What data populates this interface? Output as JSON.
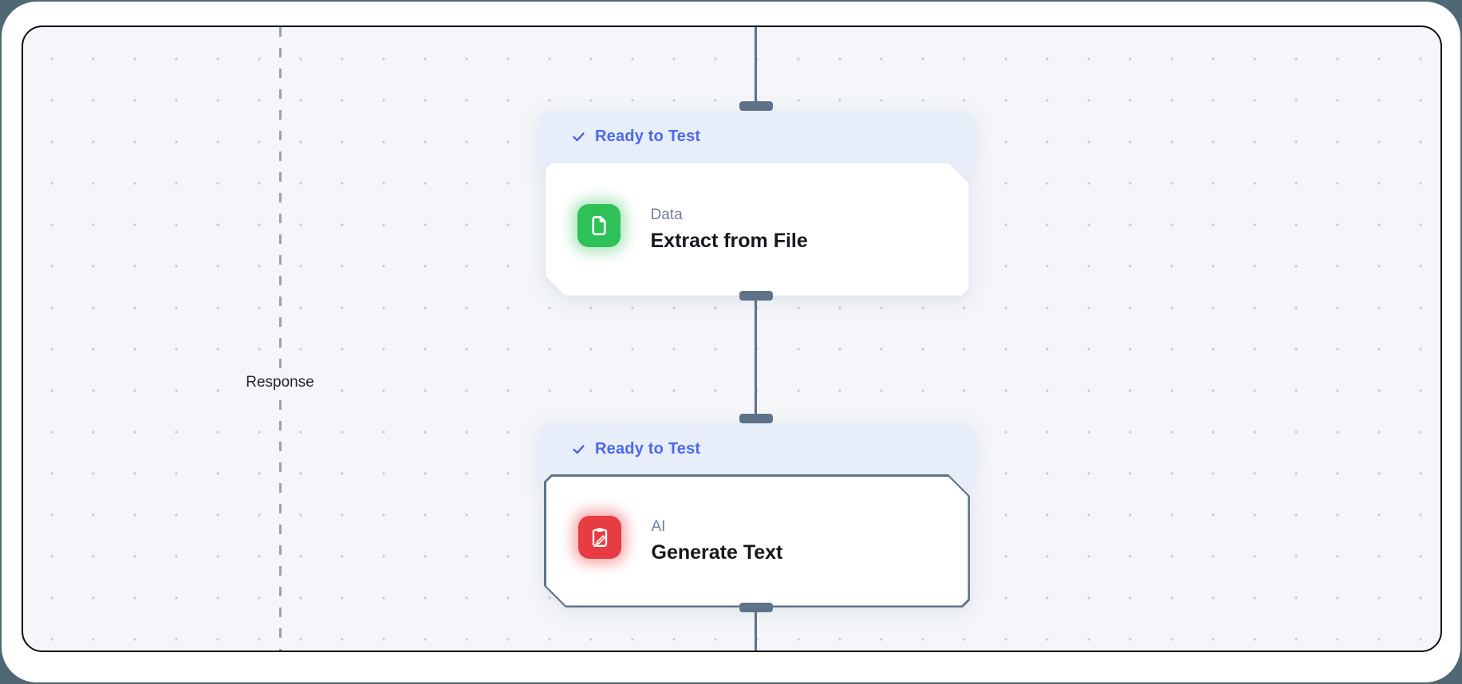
{
  "canvas": {
    "response_label": "Response"
  },
  "nodes": [
    {
      "status": "Ready to Test",
      "category": "Data",
      "title": "Extract from File",
      "icon": "file-icon",
      "accent_color": "#2ec158"
    },
    {
      "status": "Ready to Test",
      "category": "AI",
      "title": "Generate Text",
      "icon": "clipboard-pen-icon",
      "accent_color": "#e73c41"
    }
  ],
  "colors": {
    "badge_bg": "#e8edfa",
    "badge_text": "#4b69ee",
    "edge_and_handles": "#5e7389",
    "selected_node_border": "#5e7389",
    "data_green": "#2ec158",
    "ai_red": "#e73c41",
    "canvas_bg": "#f4f6f9",
    "category_text": "#71809a",
    "title_text": "#16181d",
    "outer_background": "#4f6874"
  }
}
